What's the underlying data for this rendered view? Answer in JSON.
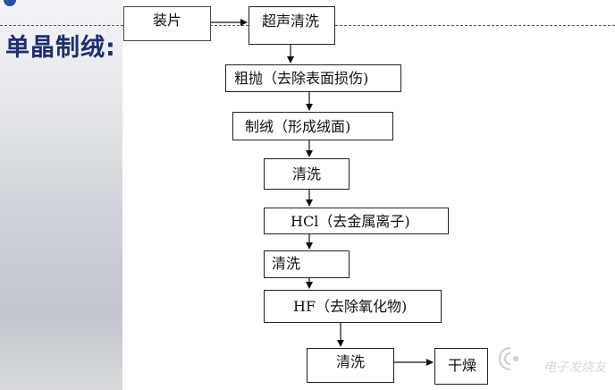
{
  "page": {
    "title": "单晶制绒:"
  },
  "flow": {
    "loading": "装片",
    "ultrasonic_cleaning": "超声清洗",
    "rough_polish": "粗抛（去除表面损伤)",
    "texturing": "制绒（形成绒面)",
    "cleaning_1": "清洗",
    "hcl_step": "HCl（去金属离子)",
    "cleaning_2": "清洗",
    "hf_step": "HF（去除氧化物)",
    "cleaning_3": "清洗",
    "drying": "干燥"
  },
  "watermark": {
    "text": "电子发烧友"
  }
}
